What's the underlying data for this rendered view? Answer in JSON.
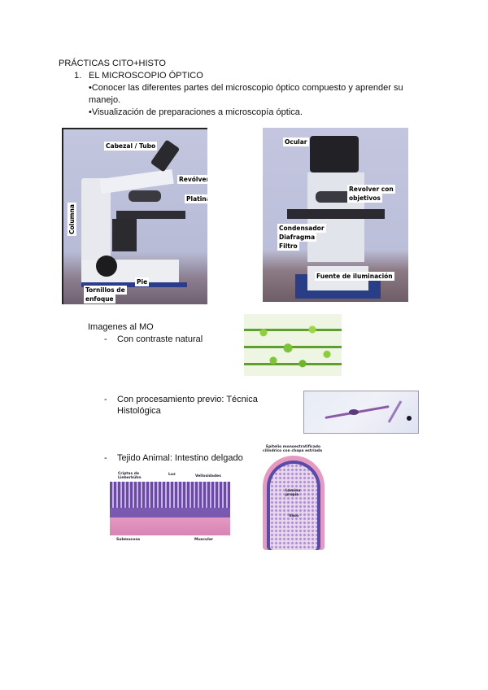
{
  "document": {
    "title": "PRÁCTICAS CITO+HISTO",
    "section": {
      "number": "1.",
      "heading": "EL MICROSCOPIO ÓPTICO",
      "bullets": [
        "•Conocer las diferentes partes del microscopio óptico compuesto y aprender su",
        "manejo.",
        "•Visualización de preparaciones a microscopía óptica."
      ]
    },
    "figure_left": {
      "labels": [
        "Cabezal / Tubo",
        "Revólver",
        "Platina",
        "Columna",
        "Pie",
        "Tornillos de",
        "enfoque"
      ]
    },
    "figure_right": {
      "labels": [
        "Ocular",
        "Revolver con",
        "objetivos",
        "Condensador",
        "Diafragma",
        "Filtro",
        "Fuente de iluminación"
      ]
    },
    "images_section": {
      "heading": "Imagenes al MO",
      "items": [
        {
          "dash": "-",
          "text": "Con contraste natural"
        },
        {
          "dash": "-",
          "text": "Con procesamiento previo: Técnica",
          "text2": "Histológica"
        },
        {
          "dash": "-",
          "text": "Tejido Animal: Intestino delgado"
        }
      ]
    },
    "intestine_labels": [
      "Criptas de",
      "Lieberkühn",
      "Luz",
      "Vellosidades",
      "Submucosa",
      "Muscular"
    ],
    "villus_labels": [
      "Epitelio monoestratificado",
      "cilíndrico con chapa estriada",
      "Lámina",
      "propia",
      "Vaso"
    ]
  },
  "colors": {
    "photo_bg": "#b9bed9",
    "plant_green": "#7cc23a",
    "stain_purple": "#7a5ab0",
    "stain_pink": "#e29ac0"
  }
}
